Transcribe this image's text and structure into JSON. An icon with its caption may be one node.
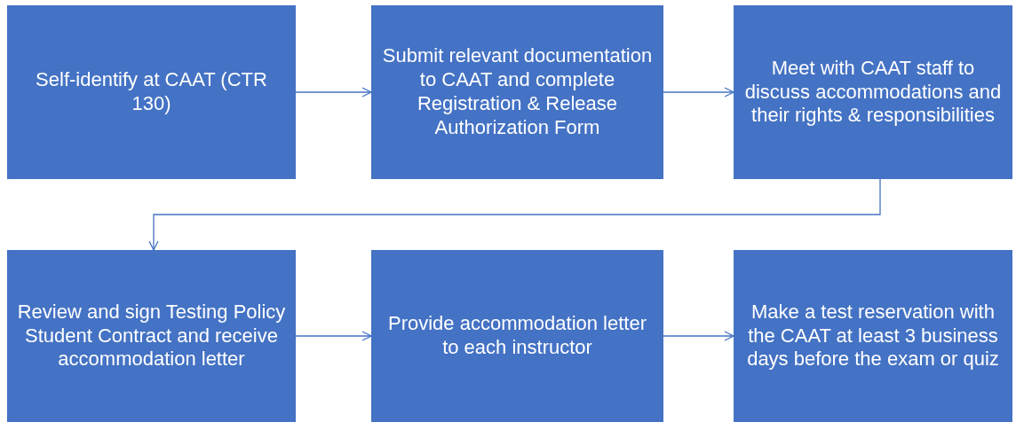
{
  "diagram": {
    "nodes": [
      {
        "text": [
          "Self-identify at CAAT (CTR 130)"
        ]
      },
      {
        "text": [
          "Submit relevant documentation to CAAT and complete Registration & Release Authorization Form"
        ]
      },
      {
        "text": [
          "Meet with CAAT staff to discuss accommodations and their rights & responsibilities"
        ]
      },
      {
        "text": [
          "Review and sign Testing Policy Student Contract and receive accommodation letter"
        ]
      },
      {
        "text": [
          "Provide accommodation letter to each instructor"
        ]
      },
      {
        "text": [
          "Make a test reservation with the CAAT at least 3 business days before the exam or quiz"
        ]
      }
    ],
    "edges": [
      {
        "from": 0,
        "to": 1,
        "arrow": "to"
      },
      {
        "from": 1,
        "to": 2,
        "arrow": "to"
      },
      {
        "from": 2,
        "to": 3,
        "arrow": "to"
      },
      {
        "from": 3,
        "to": 4,
        "arrow": "to"
      },
      {
        "from": 4,
        "to": 5,
        "arrow": "to"
      }
    ]
  }
}
